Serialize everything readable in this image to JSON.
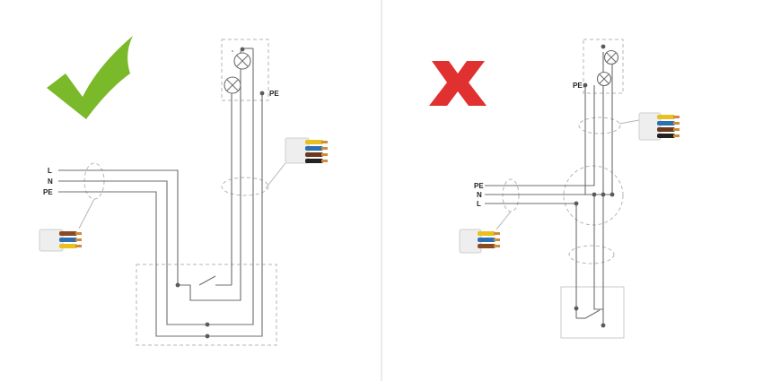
{
  "correct_panel": {
    "verdict_icon": "checkmark-icon",
    "check_color": "#7ab929",
    "labels": {
      "phase": "L",
      "neutral": "N",
      "earth_in": "PE",
      "earth_lamp": "PE"
    },
    "cable_in": {
      "icon": "cable-3-core-icon",
      "core_colors": [
        "#8a4b24",
        "#2c6fb2",
        "#e8c020"
      ]
    },
    "cable_lamp": {
      "icon": "cable-4-core-icon",
      "core_colors": [
        "#e8c020",
        "#2c6fb2",
        "#6b3a1c",
        "#222222"
      ]
    },
    "lamp_count": 2
  },
  "wrong_panel": {
    "verdict_icon": "cross-icon",
    "cross_color": "#e03030",
    "labels": {
      "earth_in": "PE",
      "neutral": "N",
      "phase": "L",
      "earth_lamp": "PE"
    },
    "cable_in": {
      "icon": "cable-3-core-icon",
      "core_colors": [
        "#e8c020",
        "#2c6fb2",
        "#8a4b24"
      ]
    },
    "cable_lamp": {
      "icon": "cable-4-core-icon",
      "core_colors": [
        "#e8c020",
        "#2c6fb2",
        "#6b3a1c",
        "#222222"
      ]
    },
    "lamp_count": 2
  },
  "colors": {
    "wire": "#6d6d6d",
    "dashed_box": "#b5b5b5",
    "divider": "#e4e4e4"
  }
}
